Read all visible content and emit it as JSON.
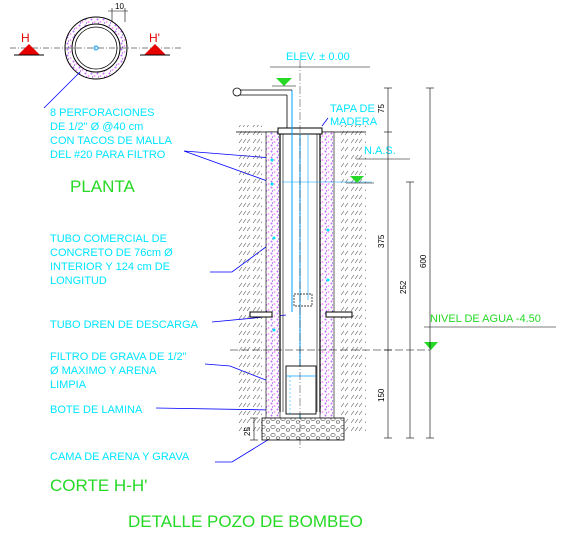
{
  "plan": {
    "title": "PLANTA",
    "section_left": "H",
    "section_right": "H'",
    "wall_dim": "10"
  },
  "section": {
    "title": "CORTE H-H'"
  },
  "drawing_title": "DETALLE POZO DE BOMBEO",
  "notes": {
    "perforations": [
      "8 PERFORACIONES",
      "DE 1/2\" Ø @40 cm",
      "CON TACOS DE MALLA",
      "DEL #20 PARA FILTRO"
    ],
    "tube": [
      "TUBO COMERCIAL DE",
      "CONCRETO DE 76cm Ø",
      "INTERIOR Y 124 cm DE",
      "LONGITUD"
    ],
    "drain": "TUBO DREN DE DESCARGA",
    "filter": [
      "FILTRO DE GRAVA DE 1/2\"",
      "Ø MAXIMO Y ARENA",
      "LIMPIA"
    ],
    "bucket": "BOTE DE LAMINA",
    "bed": "CAMA DE ARENA Y GRAVA",
    "lid": [
      "TAPA DE",
      "MADERA"
    ],
    "elevation": "ELEV. ± 0.00",
    "nas": "N.A.S.",
    "water_level": "NIVEL DE AGUA -4.50"
  },
  "dimensions": {
    "d75": "75",
    "d375": "375",
    "d252": "252",
    "d600": "600",
    "d150": "150",
    "d25": "25"
  },
  "colors": {
    "annotation": "#00e5ff",
    "title": "#26d926",
    "marker": "#e60000",
    "gravel": "#e0a0ff",
    "leader": "#0000ff"
  }
}
